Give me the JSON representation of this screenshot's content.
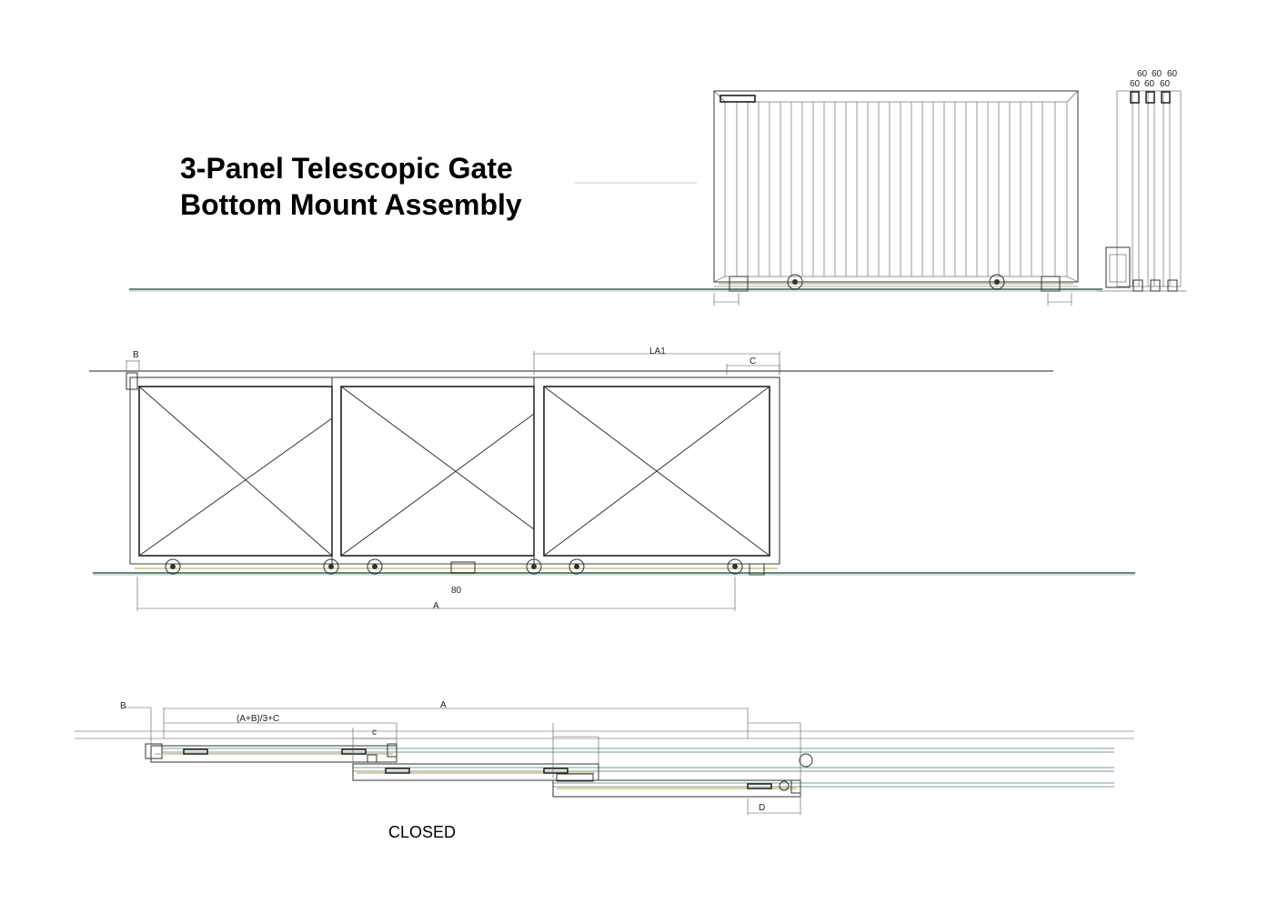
{
  "title": {
    "line1": "3-Panel Telescopic Gate",
    "line2": "Bottom Mount Assembly"
  },
  "side_view": {
    "dim_labels": [
      "60",
      "60",
      "60",
      "60",
      "60",
      "60"
    ]
  },
  "front_view": {
    "label_b": "B",
    "label_la1": "LA1",
    "label_c": "C",
    "label_80": "80",
    "label_a": "A"
  },
  "plan_view": {
    "label_b": "B",
    "label_a": "A",
    "label_formula": "(A+B)/3+C",
    "label_c": "c",
    "label_d": "D",
    "state_label": "CLOSED"
  },
  "colors": {
    "ground": "#5a8f77",
    "rail": "#c8b26a",
    "line": "#333333"
  }
}
